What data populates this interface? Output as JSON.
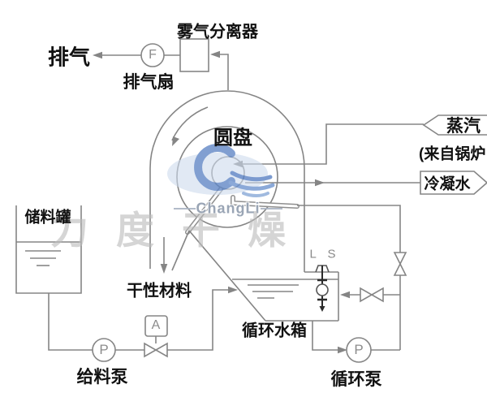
{
  "diagram": {
    "type": "process-flow-diagram",
    "labels": {
      "mist_separator": "雾气分离器",
      "exhaust": "排气",
      "exhaust_fan": "排气扇",
      "disc": "圆盘",
      "steam": "蒸汽",
      "from_boiler": "(来自锅炉",
      "condensate": "冷凝水",
      "storage_tank": "储料罐",
      "dry_material": "干性材料",
      "circulating_tank": "循环水箱",
      "feed_pump": "给料泵",
      "circulating_pump": "循环泵"
    },
    "symbols": {
      "fan": "F",
      "feed_pump": "P",
      "circulating_pump": "P",
      "valve_actuator": "A",
      "level_switch": "L S"
    },
    "watermark": {
      "brand": "ChangLi",
      "slogan": "力度干燥"
    },
    "colors": {
      "line": "#858585",
      "label_text": "#111111",
      "symbol_text": "#8c8c8c",
      "watermark_blue": "#6288c6",
      "watermark_light_blue": "#ccd9ec",
      "watermark_gray": "#bcbcbc",
      "brand_gray": "#95a1b2"
    }
  }
}
